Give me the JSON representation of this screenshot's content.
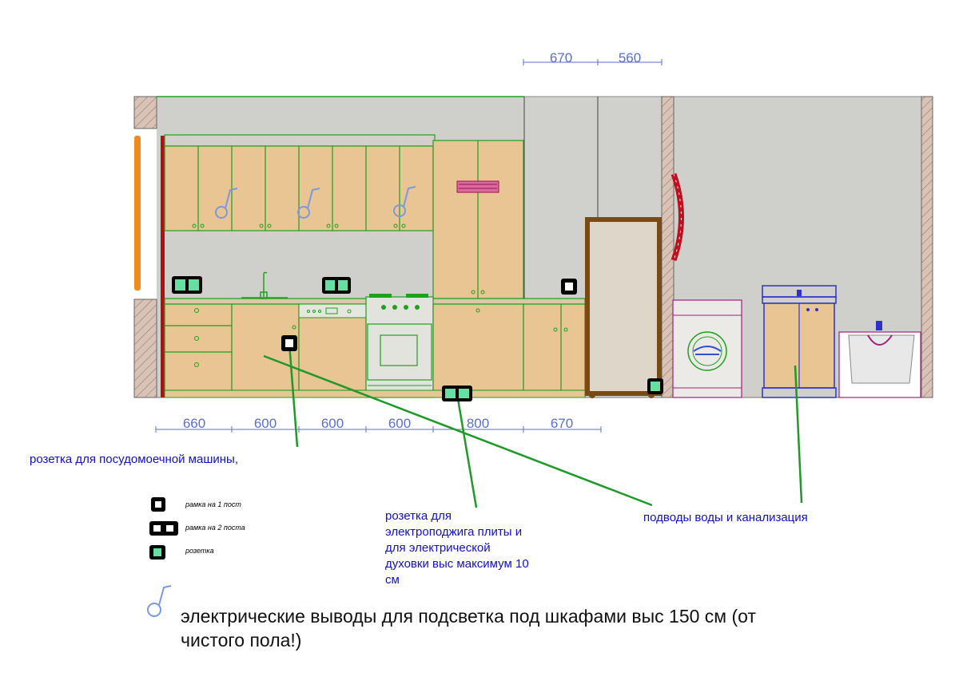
{
  "dimensions_top": [
    "670",
    "560"
  ],
  "dimensions_bottom": [
    "660",
    "600",
    "600",
    "600",
    "800",
    "670"
  ],
  "notes": {
    "dishwasher_socket": "розетка для посудомоечной машины,",
    "stove_socket_lines": [
      "розетка для",
      "электроподжига плиты и",
      "для электрической",
      "духовки выс максимум 10",
      "см"
    ],
    "water_supply": "подводы воды и канализация",
    "lighting_outputs_lines": [
      "электрические выводы для подсветка под шкафами выс 150 см (от",
      "чистого пола!)"
    ]
  },
  "legend": [
    {
      "icon": "single-frame-icon",
      "label": "рамка на 1 пост"
    },
    {
      "icon": "double-frame-icon",
      "label": "рамка на 2 поста"
    },
    {
      "icon": "socket-icon",
      "label": "розетка"
    }
  ],
  "colors": {
    "cabinet": "#e8c592",
    "cabinet_outline": "#1fa01f",
    "wall": "#cfcfcb",
    "annotation_blue": "#1010c8",
    "dimension_blue": "#5a6fd0",
    "leader_green": "#1f9a2a",
    "fridge_frame": "#7a4a14",
    "pipe_red": "#c01020"
  }
}
